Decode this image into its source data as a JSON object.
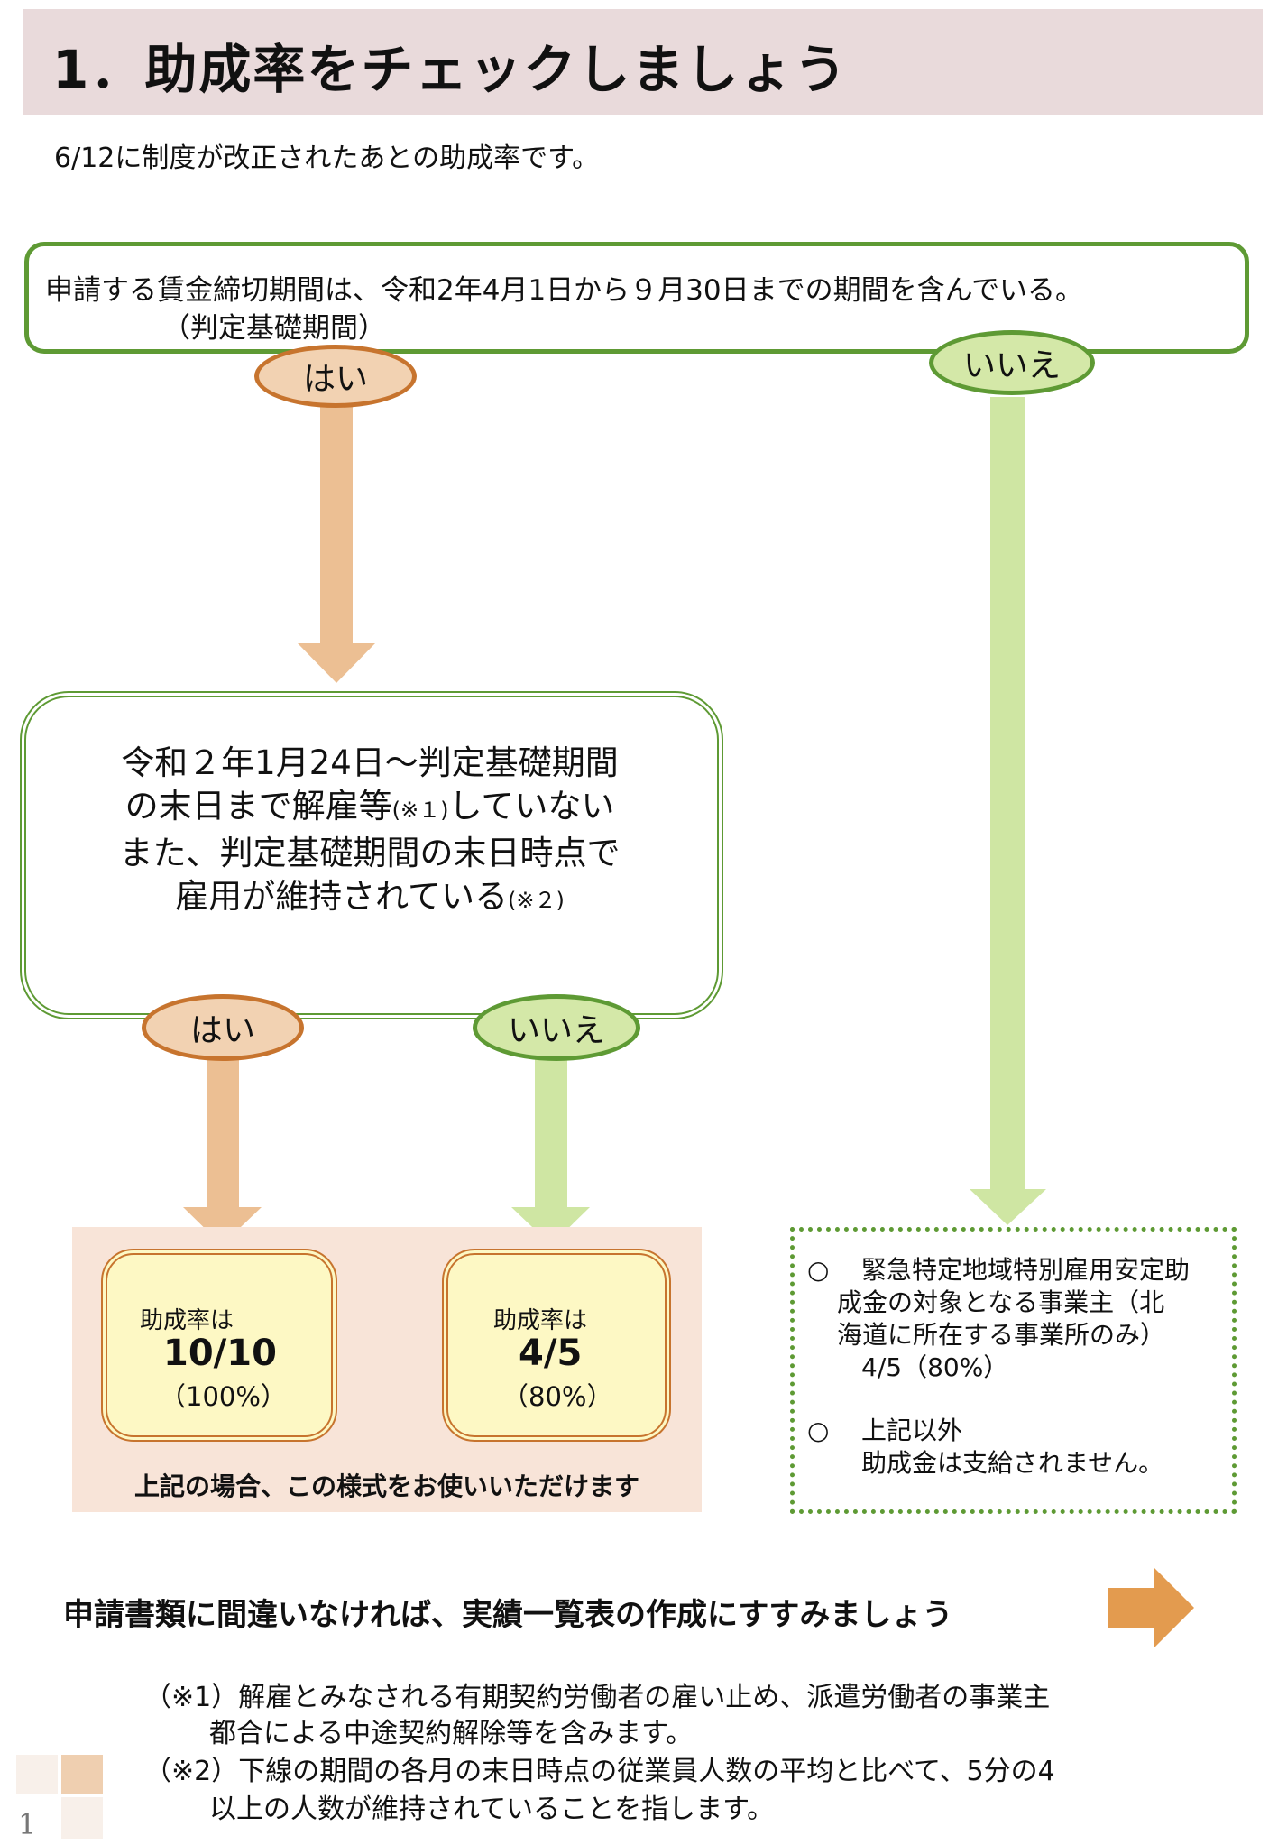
{
  "header": {
    "title": "1．助成率をチェックしましょう",
    "subtitle": "6/12に制度が改正されたあとの助成率です。"
  },
  "question1": {
    "line1": "申請する賃金締切期間は、令和2年4月1日から９月30日までの期間を含んでいる。",
    "line2": "（判定基礎期間）",
    "yes_label": "はい",
    "no_label": "いいえ"
  },
  "question2": {
    "line1": "令和２年1月24日～判定基礎期間",
    "line2_a": "の末日まで解雇等",
    "line2_note": "(※１)",
    "line2_b": "していない",
    "line3": "また、判定基礎期間の末日時点で",
    "line4_a": "雇用が維持されている",
    "line4_note": "(※２)",
    "yes_label": "はい",
    "no_label": "いいえ"
  },
  "results": {
    "full": {
      "label": "助成率は",
      "value": "10/10",
      "percent": "（100%）"
    },
    "partial": {
      "label": "助成率は",
      "value": "4/5",
      "percent": "（80%）"
    },
    "note": "上記の場合、この様式をお使いいただけます"
  },
  "no_branch": {
    "item1_bullet": "○",
    "item1_line1": "緊急特定地域特別雇用安定助",
    "item1_line2": "成金の対象となる事業主（北",
    "item1_line3": "海道に所在する事業所のみ）",
    "item1_rate": "4/5（80%）",
    "item2_bullet": "○",
    "item2_line1": "上記以外",
    "item2_line2": "助成金は支給されません。"
  },
  "cta": {
    "text": "申請書類に間違いなければ、実績一覧表の作成にすすみましょう",
    "icon": "arrow-right-icon"
  },
  "footnotes": {
    "note1_line1": "（※1）解雇とみなされる有期契約労働者の雇い止め、派遣労働者の事業主",
    "note1_line2": "都合による中途契約解除等を含みます。",
    "note2_line1": "（※2）下線の期間の各月の末日時点の従業員人数の平均と比べて、5分の4",
    "note2_line2": "以上の人数が維持されていることを指します。"
  },
  "page_number": "1",
  "colors": {
    "title_band": "#e9dadb",
    "green_border": "#5e9a34",
    "green_fill": "#d4e8a8",
    "orange_border": "#c7742e",
    "orange_fill": "#f2d2b2",
    "orange_arrow": "#ecbf93",
    "green_arrow": "#cfe6a3",
    "rate_box_fill": "#fdf8c4",
    "result_bg": "#f8e4d8",
    "cta_arrow": "#e39b4f"
  }
}
